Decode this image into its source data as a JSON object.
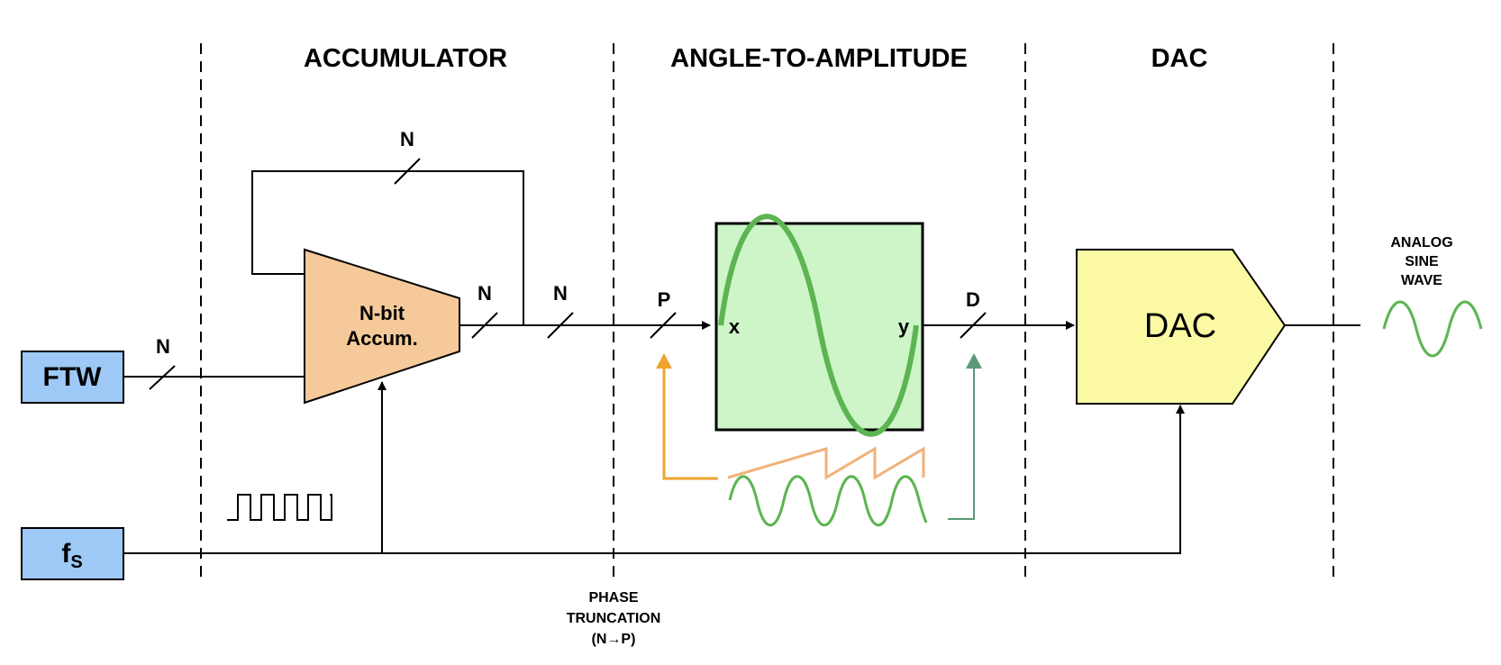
{
  "sections": {
    "accumulator": "ACCUMULATOR",
    "angle_to_amplitude": "ANGLE-TO-AMPLITUDE",
    "dac": "DAC"
  },
  "inputs": {
    "ftw": "FTW",
    "fs_main": "f",
    "fs_sub": "S"
  },
  "accumulator_block": {
    "line1": "N-bit",
    "line2": "Accum."
  },
  "bus_labels": {
    "ftw_in": "N",
    "feedback": "N",
    "accum_out": "N",
    "post_accum": "N",
    "phase": "P",
    "amplitude": "D"
  },
  "lut_ports": {
    "input": "x",
    "output": "y"
  },
  "dac_block": {
    "label": "DAC"
  },
  "output_label": [
    "ANALOG",
    "SINE",
    "WAVE"
  ],
  "truncation_label": [
    "PHASE",
    "TRUNCATION",
    "(N→P)"
  ],
  "colors": {
    "input_box": "#9ec8f5",
    "accumulator": "#f5c99a",
    "lut": "#cdf5c8",
    "lut_curve": "#5cb552",
    "dac": "#fbf9a3",
    "sawtooth": "#f1b27a",
    "orange_arrow": "#f0a430",
    "teal_arrow": "#5a9a78",
    "output_wave": "#5cb552"
  }
}
